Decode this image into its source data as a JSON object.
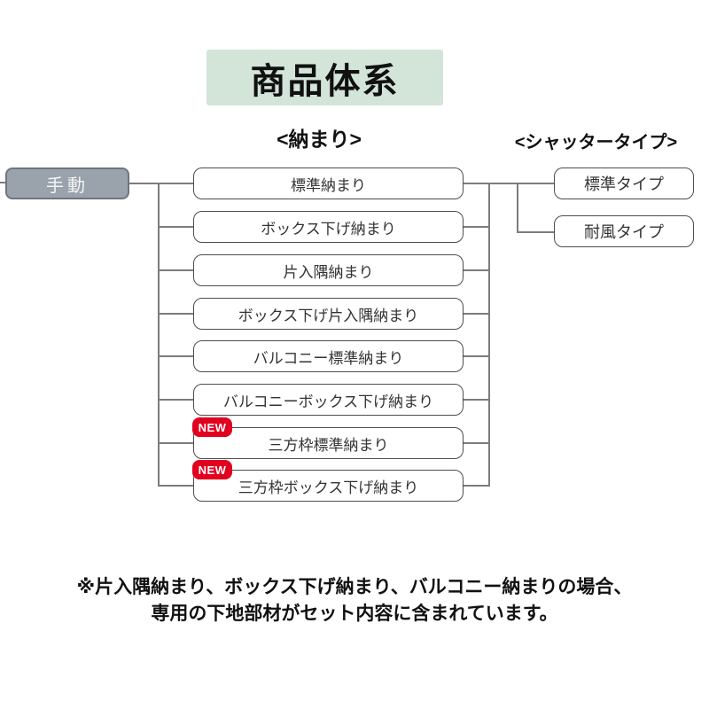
{
  "title": "商品体系",
  "headers": {
    "fitting_column": "<納まり>",
    "shutter_type_column": "<シャッタータイプ>"
  },
  "root_node": {
    "label": "手動"
  },
  "fittings": [
    {
      "label": "標準納まり",
      "new": false
    },
    {
      "label": "ボックス下げ納まり",
      "new": false
    },
    {
      "label": "片入隅納まり",
      "new": false
    },
    {
      "label": "ボックス下げ片入隅納まり",
      "new": false
    },
    {
      "label": "バルコニー標準納まり",
      "new": false
    },
    {
      "label": "バルコニーボックス下げ納まり",
      "new": false
    },
    {
      "label": "三方枠標準納まり",
      "new": true
    },
    {
      "label": "三方枠ボックス下げ納まり",
      "new": true
    }
  ],
  "badge_label": "NEW",
  "shutter_types": [
    {
      "label": "標準タイプ"
    },
    {
      "label": "耐風タイプ"
    }
  ],
  "note_lines": [
    "※片入隅納まり、ボックス下げ納まり、バルコニー納まりの場合、",
    "専用の下地部材がセット内容に含まれています。"
  ],
  "colors": {
    "title_bg": "#d3e4d9",
    "root_bg": "#9aa2ab",
    "root_border": "#6e767f",
    "node_border": "#4d4d4d",
    "connector": "#7c7c7c",
    "badge_bg": "#e2001f",
    "badge_text": "#ffffff"
  }
}
